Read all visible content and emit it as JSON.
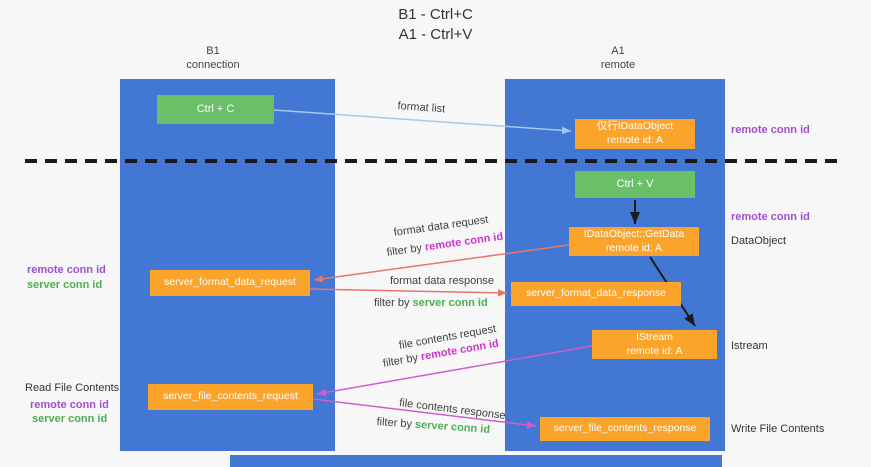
{
  "title": {
    "line1": "B1 - Ctrl+C",
    "line2": "A1 - Ctrl+V"
  },
  "lanes": {
    "left": {
      "name": "B1",
      "role": "connection"
    },
    "right": {
      "name": "A1",
      "role": "remote"
    }
  },
  "nodes": {
    "ctrl_c": {
      "label": "Ctrl + C"
    },
    "clipboard_proxy": {
      "line1": "仅行IDataObject",
      "line2": "remote id: A"
    },
    "ctrl_v": {
      "label": "Ctrl + V"
    },
    "getdata": {
      "line1": "IDataObject::GetData",
      "line2": "remote id: A"
    },
    "istream": {
      "line1": "IStream",
      "line2": "remote id: A"
    },
    "format_request": {
      "label": "server_format_data_request"
    },
    "format_response": {
      "label": "server_format_data_response"
    },
    "file_request": {
      "label": "server_file_contents_request"
    },
    "file_response": {
      "label": "server_file_contents_response"
    }
  },
  "arrow_labels": {
    "format_list": "format list",
    "format_data_request": "format data request",
    "format_data_response": "format data response",
    "file_contents_request": "file contents request",
    "file_contents_response": "file contents response",
    "filter_by": "filter by ",
    "remote_conn_id": "remote conn id",
    "server_conn_id": "server conn id"
  },
  "side_labels": {
    "remote_conn_id": "remote conn id",
    "server_conn_id": "server conn id",
    "dataobject": "DataObject",
    "istream": "Istream",
    "read_file_contents": "Read File Contents",
    "write_file_contents": "Write File Contents"
  },
  "colors": {
    "lane_blue": "#4377d4",
    "node_orange": "#fba42c",
    "node_green": "#6abf69",
    "arrow_blue": "#a3cbe8",
    "arrow_salmon": "#e8746c",
    "arrow_magenta": "#d05cd0",
    "arrow_black": "#1a1a1a",
    "text_purple": "#a04fd3",
    "text_green": "#4caf50",
    "text_magenta": "#cc33cc"
  }
}
